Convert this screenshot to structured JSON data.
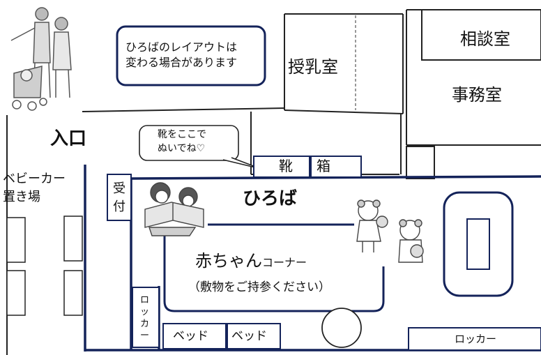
{
  "notice": {
    "line1": "ひろばのレイアウトは",
    "line2": "変わる場合があります"
  },
  "rooms": {
    "nursing": "授乳室",
    "consultation": "相談室",
    "office": "事務室"
  },
  "entrance": "入口",
  "stroller_area": {
    "line1": "ベビーカー",
    "line2": "置き場"
  },
  "speech": {
    "line1": "靴をここで",
    "line2": "ぬいでね♡"
  },
  "shoe_box": {
    "left": "靴",
    "right": "箱"
  },
  "reception": {
    "char1": "受",
    "char2": "付"
  },
  "plaza": "ひろば",
  "baby_corner": {
    "title_large": "赤ちゃん",
    "title_small": "コーナー",
    "note": "（敷物をご持参ください）"
  },
  "locker_vertical": {
    "c1": "ロ",
    "c2": "ッ",
    "c3": "カ",
    "c4": "ー"
  },
  "beds": [
    "ベッド",
    "ベッド"
  ],
  "locker_bottom": "ロッカー",
  "colors": {
    "wall": "#14235a",
    "line": "#222222"
  }
}
